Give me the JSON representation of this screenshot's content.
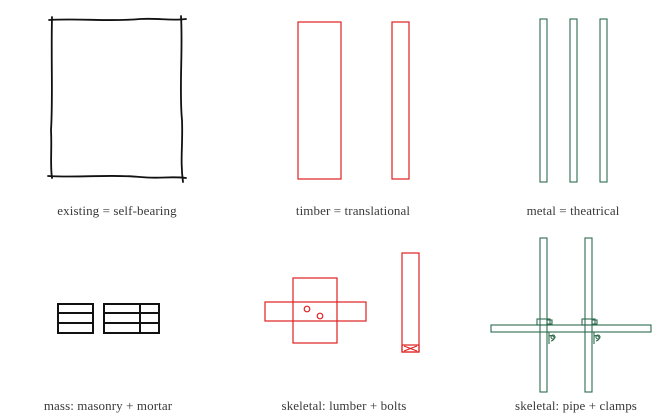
{
  "captions": [
    "existing  = self-bearing",
    "timber = translational",
    "metal = theatrical",
    "mass: masonry + mortar",
    "skeletal: lumber + bolts",
    "skeletal: pipe + clamps"
  ],
  "colors": {
    "existing": "#111111",
    "timber": "#e02020",
    "metal": "#2f6b4f",
    "mortar_lines": "#111111",
    "bolts": "#e02020",
    "pipe": "#2f6b4f"
  }
}
